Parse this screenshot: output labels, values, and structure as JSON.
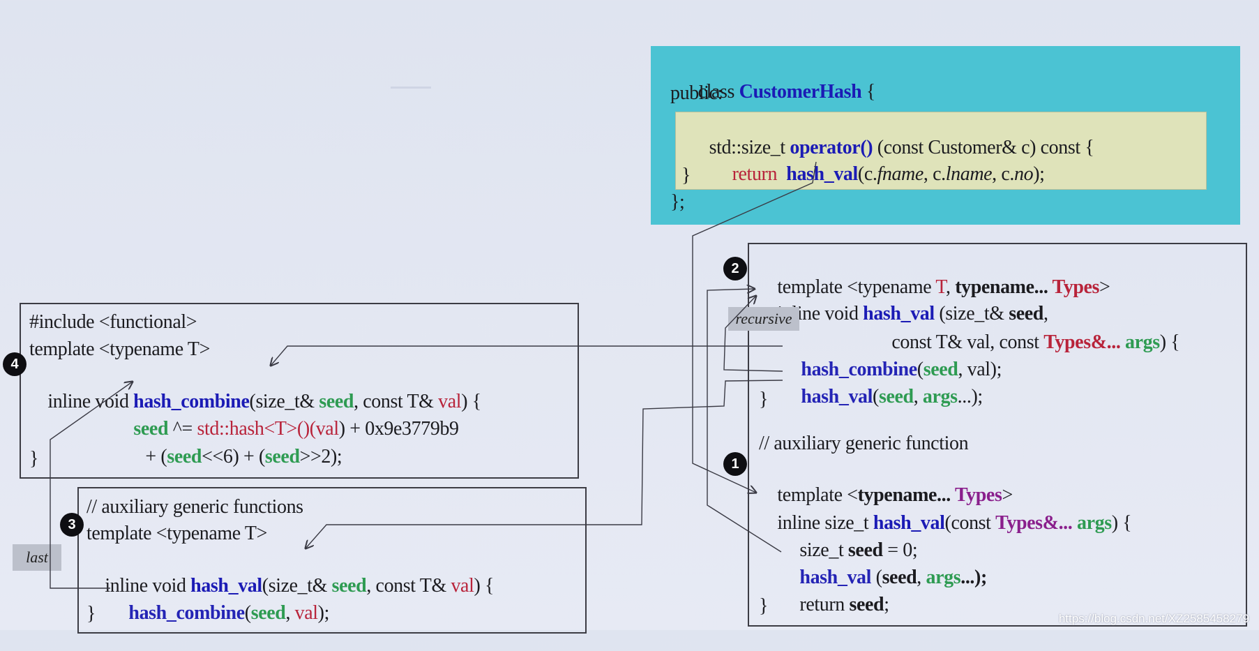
{
  "customer_hash": {
    "l1": {
      "a": "class ",
      "b": "CustomerHash",
      "c": " {"
    },
    "l2": "public:",
    "l3": {
      "a": "std::size_t ",
      "b": "operator()",
      "c": " (const Customer& c) const {"
    },
    "l4": {
      "a": "return",
      "b": "hash_val",
      "c": "(c.",
      "d": "fname",
      "e": ", c.",
      "f": "lname",
      "g": ", c.",
      "h": "no",
      "i": ");"
    },
    "l5": "}",
    "l6": "};"
  },
  "box2": {
    "badge": "2",
    "l1": {
      "a": "template <typename ",
      "b": "T",
      "c": ", ",
      "d": "typename... ",
      "e": "Types",
      "f": ">"
    },
    "l2": {
      "a": "inline void ",
      "b": "hash_val",
      "c": " (size_t& ",
      "d": "seed",
      "e": ","
    },
    "l3": {
      "a": "const T& val, const ",
      "b": "Types&...",
      "c": " ",
      "d": "args",
      "e": ") {"
    },
    "l4": {
      "a": "hash_combine",
      "b": "(",
      "c": "seed",
      "d": ", val);"
    },
    "l5": {
      "a": "hash_val",
      "b": "(",
      "c": "seed",
      "d": ", ",
      "e": "args",
      "f": "...);"
    },
    "l6": "}",
    "tag": "recursive"
  },
  "box1": {
    "badge": "1",
    "l1": "// auxiliary generic function",
    "l2": {
      "a": "template <",
      "b": "typename... ",
      "c": "Types",
      "d": ">"
    },
    "l3": {
      "a": "inline size_t ",
      "b": "hash_val",
      "c": "(const ",
      "d": "Types&...",
      "e": " ",
      "f": "args",
      "g": ") {"
    },
    "l4": {
      "a": "size_t ",
      "b": "seed",
      "c": " = 0;"
    },
    "l5": {
      "a": "hash_val",
      "b": " (",
      "c": "seed",
      "d": ", ",
      "e": "args",
      "f": "...);"
    },
    "l6": {
      "a": "return ",
      "b": "seed",
      "c": ";"
    },
    "l7": "}"
  },
  "box4": {
    "badge": "4",
    "l1": "#include <functional>",
    "l2": "template <typename T>",
    "l3": {
      "a": "inline void ",
      "b": "hash_combine",
      "c": "(size_t& ",
      "d": "seed",
      "e": ", const T& ",
      "f": "val",
      "g": ") {"
    },
    "l4": {
      "a": "seed",
      "b": " ^= ",
      "c": "std::hash<T>()(",
      "d": "val",
      "e": ") + 0x9e3779b9"
    },
    "l5": {
      "a": "+ (",
      "b": "seed",
      "c": "<<6) + (",
      "d": "seed",
      "e": ">>2);"
    },
    "l6": "}"
  },
  "box3": {
    "badge": "3",
    "l1": "// auxiliary generic functions",
    "l2": "template <typename T>",
    "l3": {
      "a": "inline void ",
      "b": "hash_val",
      "c": "(size_t& ",
      "d": "seed",
      "e": ", const T& ",
      "f": "val",
      "g": ") {"
    },
    "l4": {
      "a": "hash_combine",
      "b": "(",
      "c": "seed",
      "d": ", ",
      "e": "val",
      "f": ");"
    },
    "l5": "}",
    "tag": "last"
  },
  "watermark": "https://blog.csdn.net/XZ2585458279",
  "colors": {
    "function": "#1b1bb5",
    "param": "#2e9b52",
    "type": "#b8233a",
    "typename": "#8a1f8c",
    "top_box_bg": "#4bc3d3",
    "inner_box_bg": "#dfe3ba"
  }
}
